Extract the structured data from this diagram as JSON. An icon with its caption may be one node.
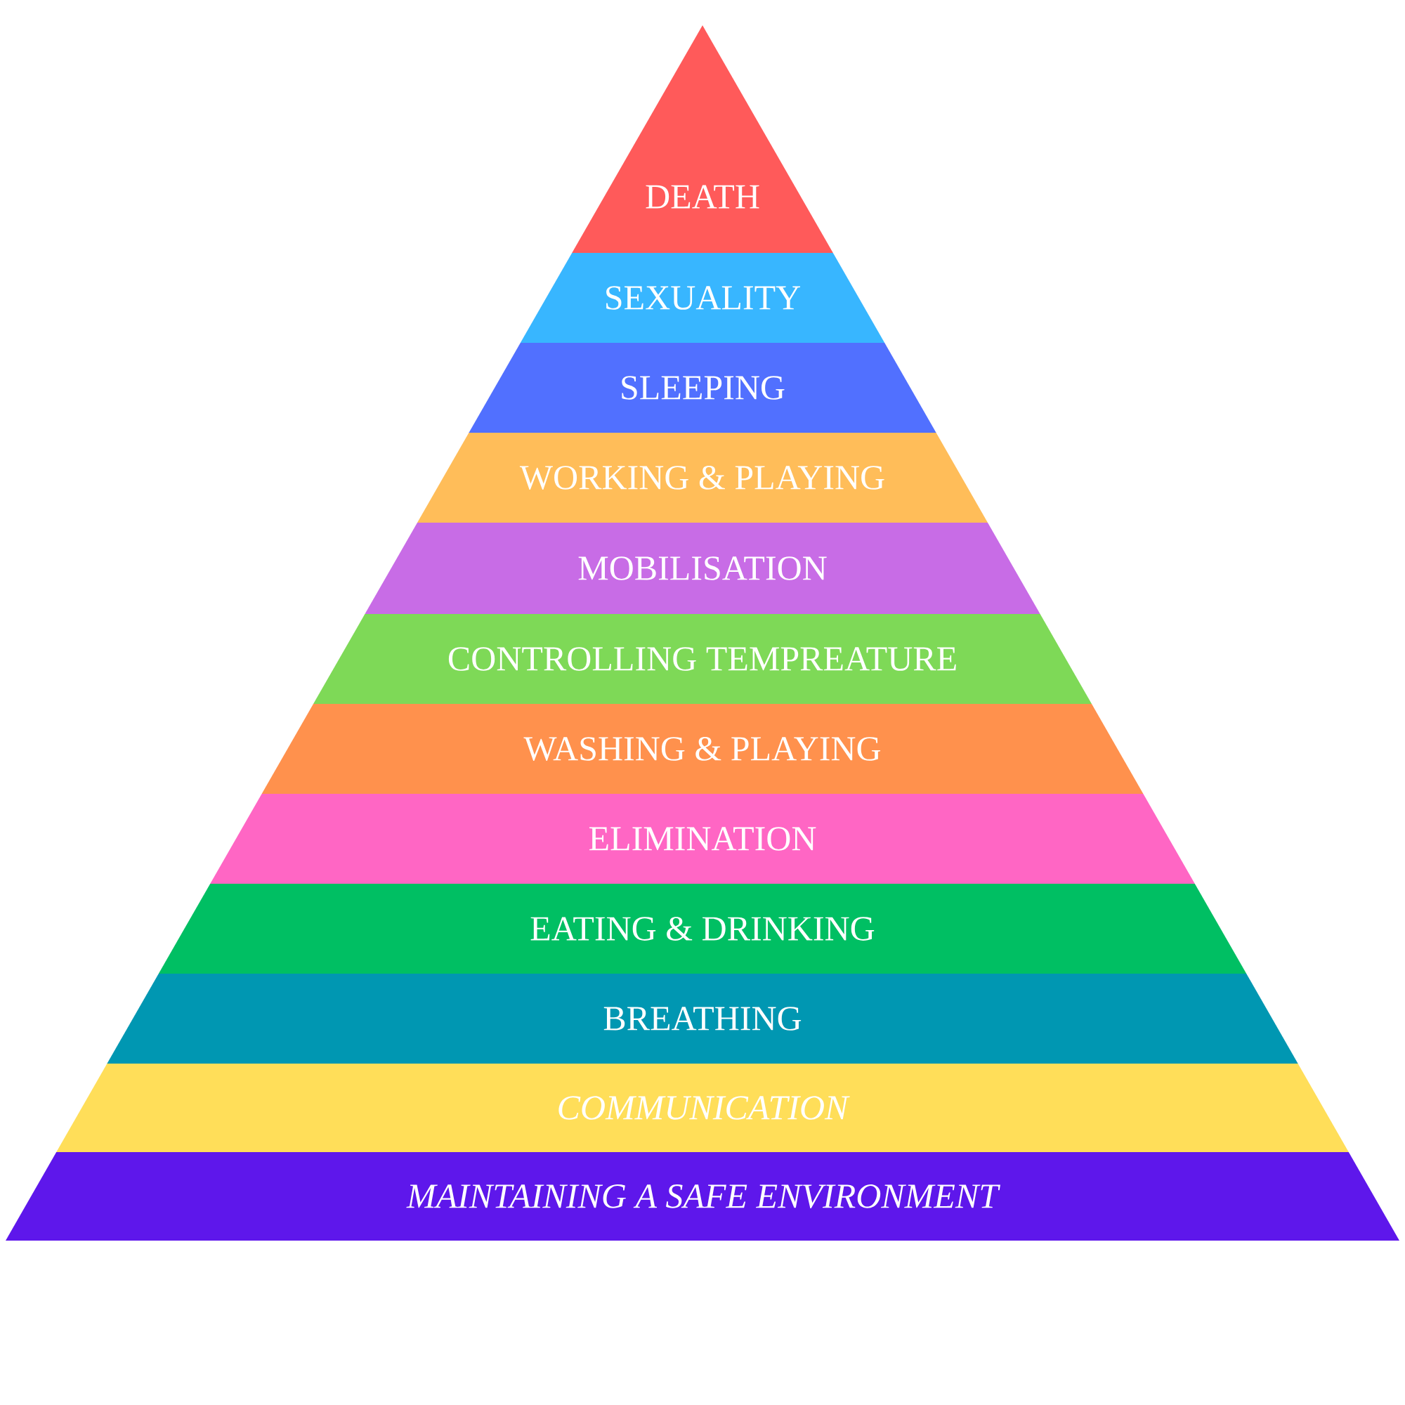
{
  "diagram": {
    "nodes": [
      {
        "text": [
          "DEATH"
        ]
      },
      {
        "text": [
          "SEXUALITY"
        ]
      },
      {
        "text": [
          "SLEEPING"
        ]
      },
      {
        "text": [
          "WORKING & PLAYING"
        ]
      },
      {
        "text": [
          "MOBILISATION"
        ]
      },
      {
        "text": [
          "CONTROLLING TEMPREATURE"
        ]
      },
      {
        "text": [
          "WASHING & PLAYING"
        ]
      },
      {
        "text": [
          "ELIMINATION"
        ]
      },
      {
        "text": [
          "EATING & DRINKING"
        ]
      },
      {
        "text": [
          "BREATHING"
        ]
      },
      {
        "text": [
          "COMMUNICATION"
        ]
      },
      {
        "text": [
          "MAINTAINING A SAFE ENVIRONMENT"
        ]
      }
    ]
  }
}
